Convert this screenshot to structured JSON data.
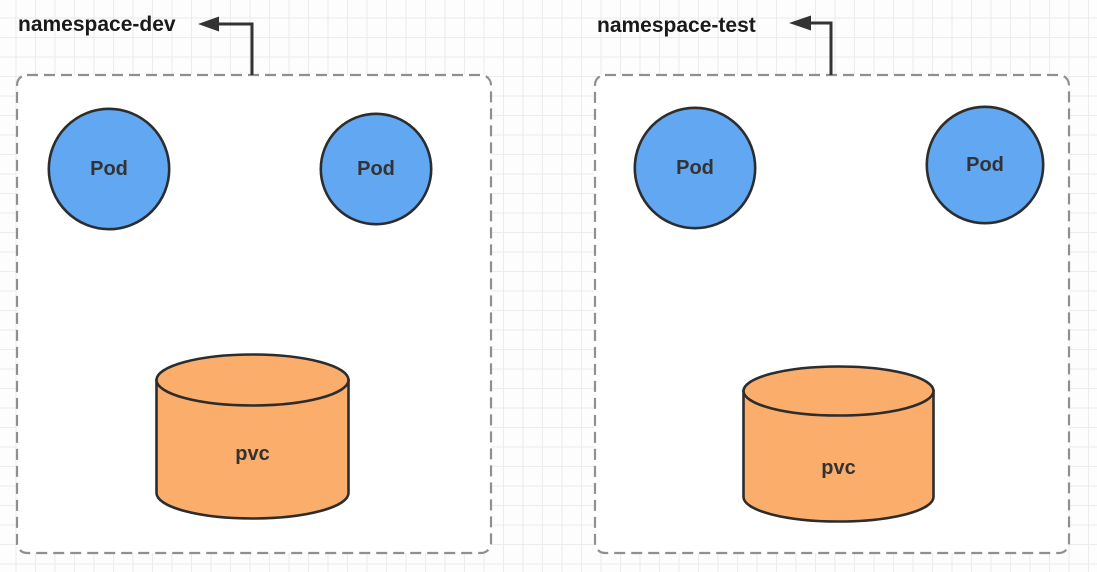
{
  "colors": {
    "pod_fill": "#61A7F1",
    "pod_stroke": "#2d2d2d",
    "pvc_fill": "#FBAD6C",
    "pvc_stroke": "#2d2d2d",
    "box_border": "#8f8f8f",
    "arrow_color": "#333333",
    "label_color": "#1a1a1a"
  },
  "namespaces": [
    {
      "label": "namespace-dev",
      "pods": [
        {
          "label": "Pod"
        },
        {
          "label": "Pod"
        }
      ],
      "pvc": {
        "label": "pvc"
      }
    },
    {
      "label": "namespace-test",
      "pods": [
        {
          "label": "Pod"
        },
        {
          "label": "Pod"
        }
      ],
      "pvc": {
        "label": "pvc"
      }
    }
  ]
}
